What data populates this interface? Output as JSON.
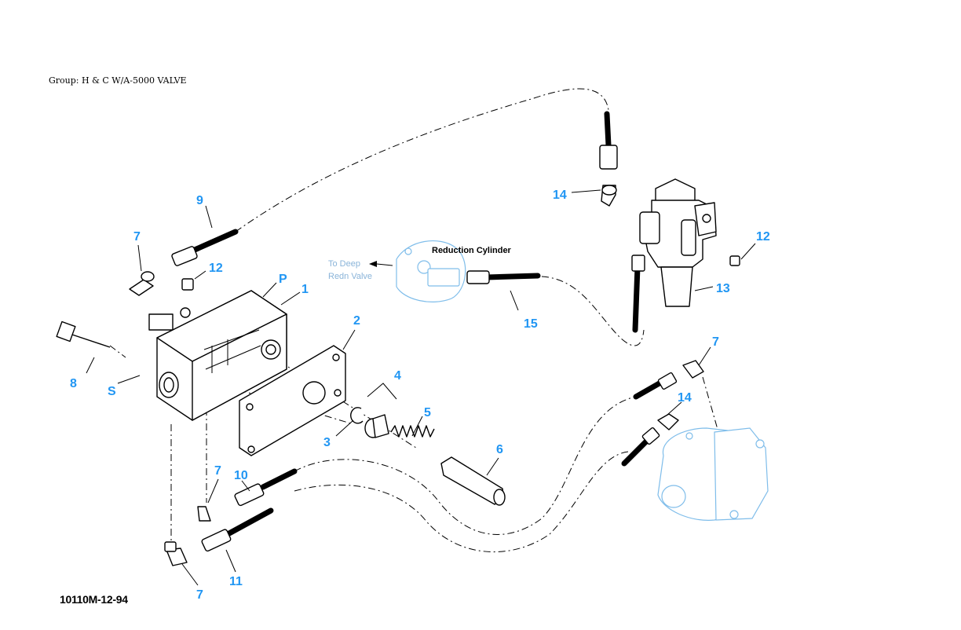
{
  "header": {
    "group_label": "Group: H & C W/A-5000 VALVE"
  },
  "footer": {
    "document_code": "10110M-12-94"
  },
  "notes": {
    "reduction_cylinder": "Reduction Cylinder",
    "to_deep_line1": "To Deep",
    "to_deep_line2": "Redn Valve"
  },
  "port_labels": {
    "p": "P",
    "s": "S"
  },
  "callouts": {
    "c1": "1",
    "c2": "2",
    "c3": "3",
    "c4": "4",
    "c5": "5",
    "c6": "6",
    "c7a": "7",
    "c7b": "7",
    "c7c": "7",
    "c7d": "7",
    "c8": "8",
    "c9": "9",
    "c10": "10",
    "c11": "11",
    "c12a": "12",
    "c12b": "12",
    "c13": "13",
    "c14a": "14",
    "c14b": "14",
    "c15": "15"
  },
  "colors": {
    "callout": "#2196f3",
    "ghost_part": "#7fbdea",
    "line": "#000000"
  }
}
